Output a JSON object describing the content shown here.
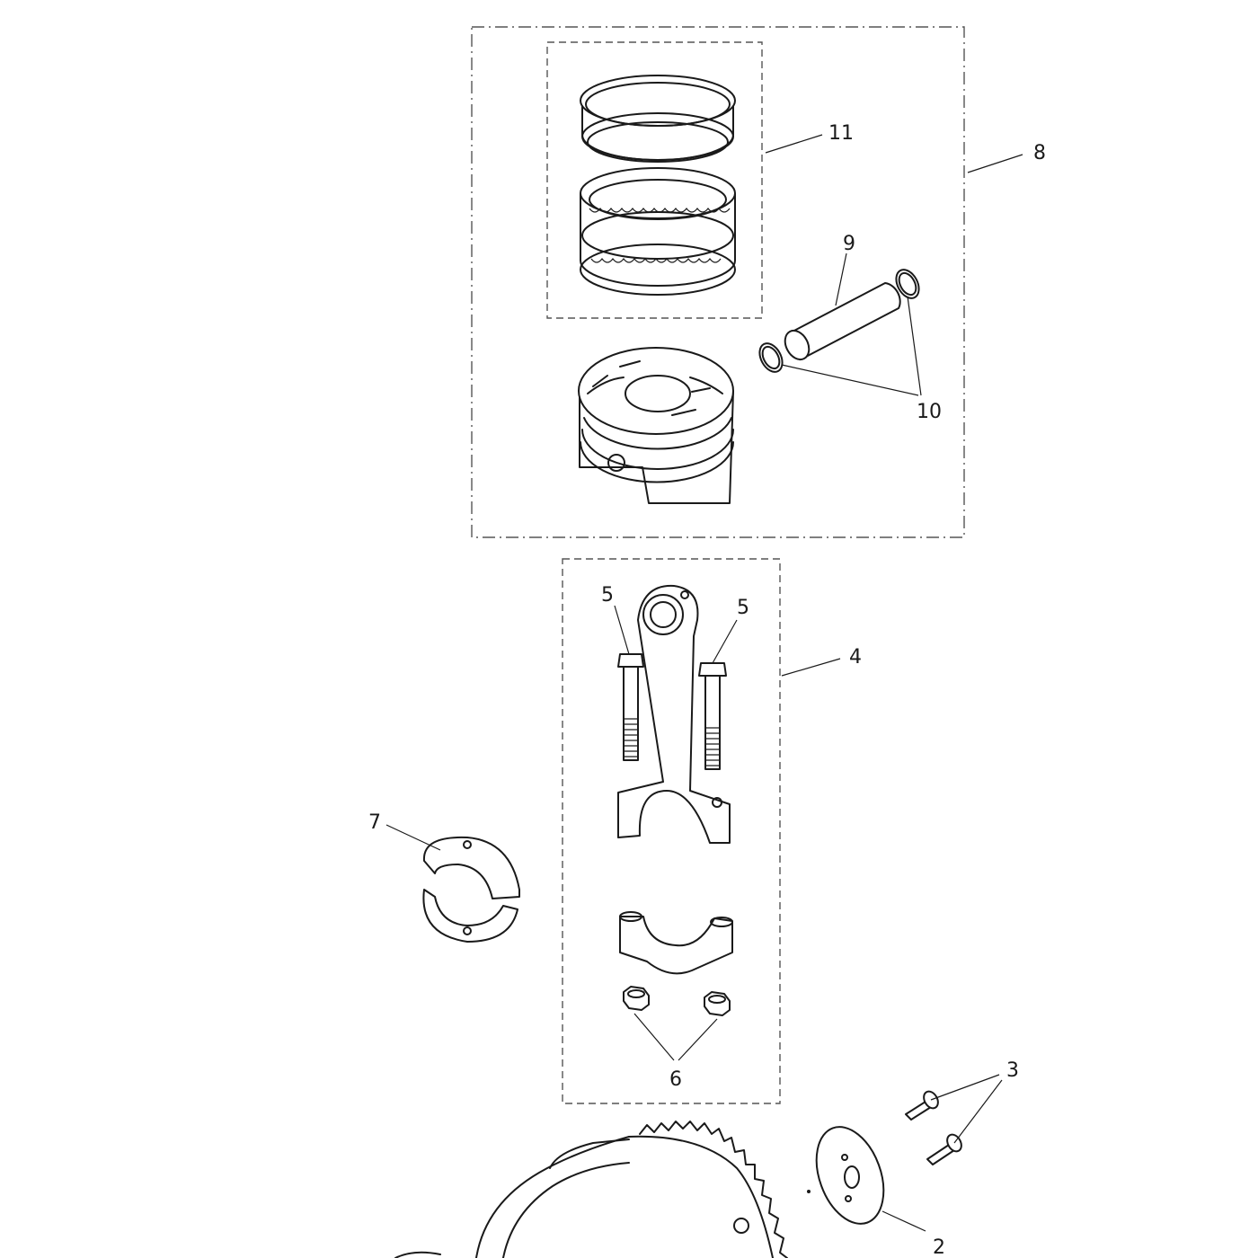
{
  "diagram": {
    "callouts": {
      "c1": "11",
      "c2": "8",
      "c3": "9",
      "c4": "10",
      "c5": "5",
      "c6": "5",
      "c7": "4",
      "c8": "7",
      "c9": "6",
      "c10": "3",
      "c11": "2"
    },
    "parts": [
      "piston-ring-set",
      "piston-assembly",
      "gudgeon-pin",
      "circlips",
      "connecting-rod-bolts",
      "connecting-rod-assembly",
      "big-end-bearing-shell",
      "connecting-rod-nuts",
      "washer-screws",
      "thrust-washer-plate",
      "crankshaft-with-gear"
    ]
  }
}
